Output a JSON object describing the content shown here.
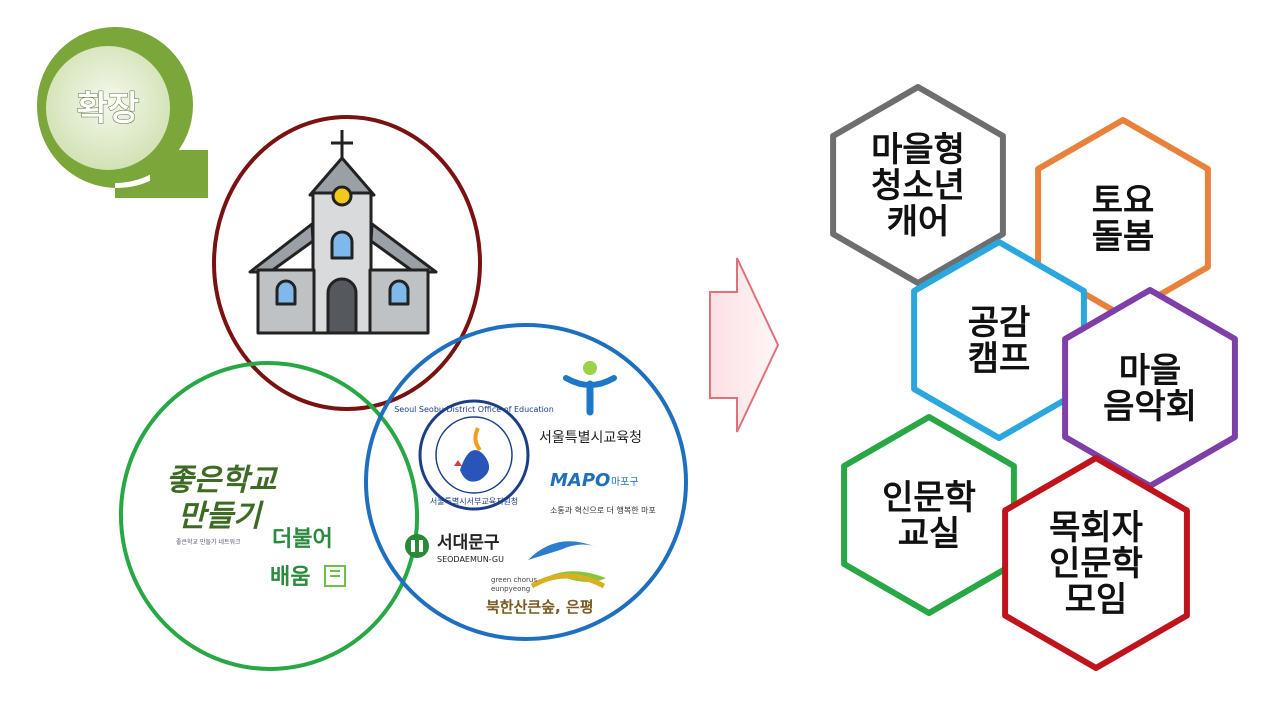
{
  "badge": {
    "label": "확장"
  },
  "circles": {
    "green": {
      "logo_good_school_line1": "좋은학교",
      "logo_good_school_line2": "만들기",
      "logo_good_school_small": "좋은학교 만들기 네트워크",
      "logo_together_line1": "더불어",
      "logo_together_line2": "배움"
    },
    "blue": {
      "seoul_edu_office": "서울특별시교육청",
      "seobu_ring_top": "Seoul Seobu District Office of Education",
      "seobu_ring_bottom": "서울특별시서부교육지원청",
      "mapo_en": "MAPO",
      "mapo_kr": "마포구",
      "mapo_slogan": "소통과 혁신으로 더 행복한 마포",
      "seodaemun_kr": "서대문구",
      "seodaemun_en": "SEODAEMUN-GU",
      "eunpyeong_small_1": "green chorus",
      "eunpyeong_small_2": "eunpyeong",
      "eunpyeong_kr": "북한산큰숲, 은평"
    }
  },
  "hexagons": [
    {
      "lines": [
        "마을형",
        "청소년",
        "캐어"
      ],
      "color": "#6e6e6e"
    },
    {
      "lines": [
        "토요",
        "돌봄"
      ],
      "color": "#e8823a"
    },
    {
      "lines": [
        "공감",
        "캠프"
      ],
      "color": "#2aa7de"
    },
    {
      "lines": [
        "마을",
        "음악회"
      ],
      "color": "#7e3fa8"
    },
    {
      "lines": [
        "인문학",
        "교실"
      ],
      "color": "#27a845"
    },
    {
      "lines": [
        "목회자",
        "인문학",
        "모임"
      ],
      "color": "#c0141c"
    }
  ],
  "colors": {
    "badge_green": "#7aa63a",
    "circle_church": "#7a1212",
    "circle_green": "#27a845",
    "circle_blue": "#1e6fbf",
    "arrow": "#e0707a"
  }
}
